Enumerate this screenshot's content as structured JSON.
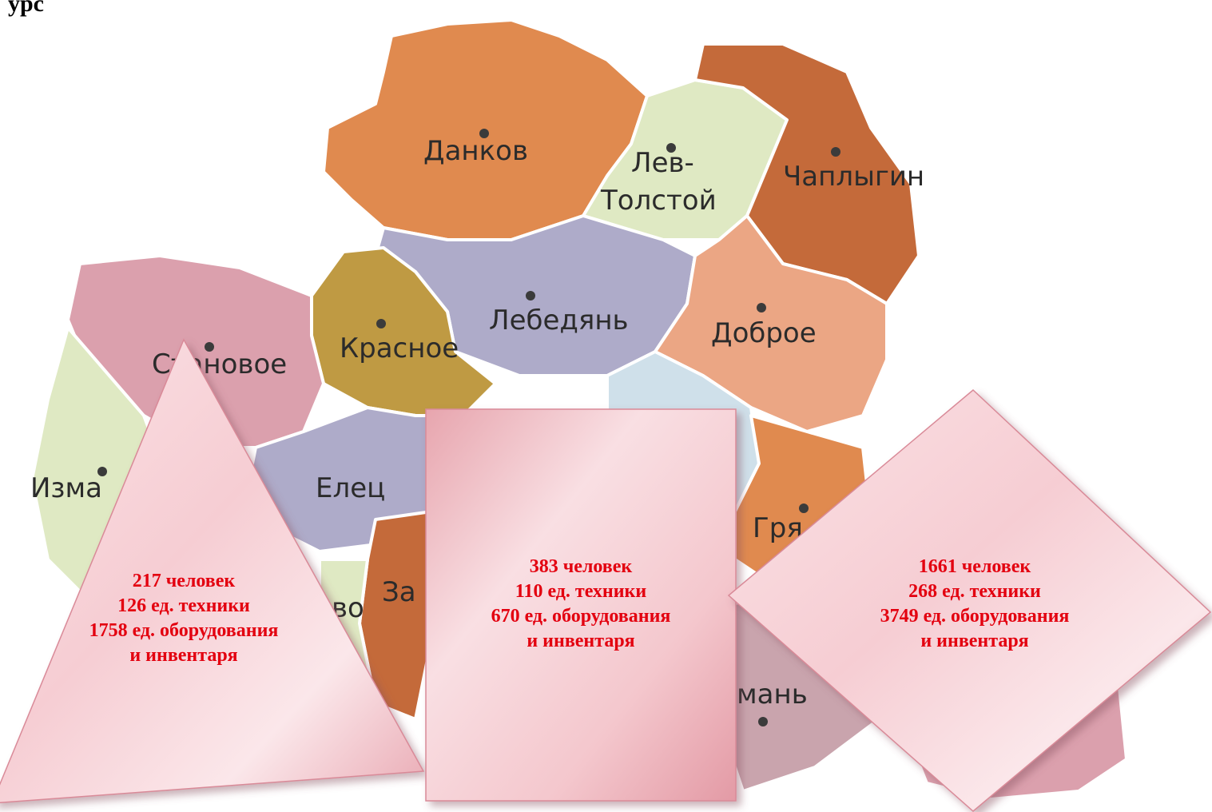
{
  "heading": "урс",
  "colors": {
    "orange": "#e08a4f",
    "dark_orange": "#c46a3a",
    "light_green": "#dfe9c3",
    "lavender": "#aeabc9",
    "olive": "#bf9a43",
    "peach": "#eba684",
    "pink": "#dba0ad",
    "light_blue": "#cfe0ea",
    "panel_fill": "#f3c9cf",
    "panel_text": "#e3000f"
  },
  "cities": [
    {
      "name": "Данков"
    },
    {
      "name": "Лев-"
    },
    {
      "name": "Толстой"
    },
    {
      "name": "Чаплыгин"
    },
    {
      "name": "Лебедянь"
    },
    {
      "name": "Красное"
    },
    {
      "name": "Доброе"
    },
    {
      "name": "Становое"
    },
    {
      "name": "Изма"
    },
    {
      "name": "Елец"
    },
    {
      "name": "Гря"
    },
    {
      "name": "За"
    },
    {
      "name": "во"
    },
    {
      "name": "мань"
    }
  ],
  "panels": [
    {
      "shape": "triangle",
      "lines": [
        "217 человек",
        "126 ед. техники",
        "1758 ед. оборудования",
        "и инвентаря"
      ]
    },
    {
      "shape": "square",
      "lines": [
        "383 человек",
        "110 ед. техники",
        "670 ед. оборудования",
        "и инвентаря"
      ]
    },
    {
      "shape": "diamond",
      "lines": [
        "1661 человек",
        "268 ед. техники",
        "3749 ед. оборудования",
        "и инвентаря"
      ]
    }
  ]
}
